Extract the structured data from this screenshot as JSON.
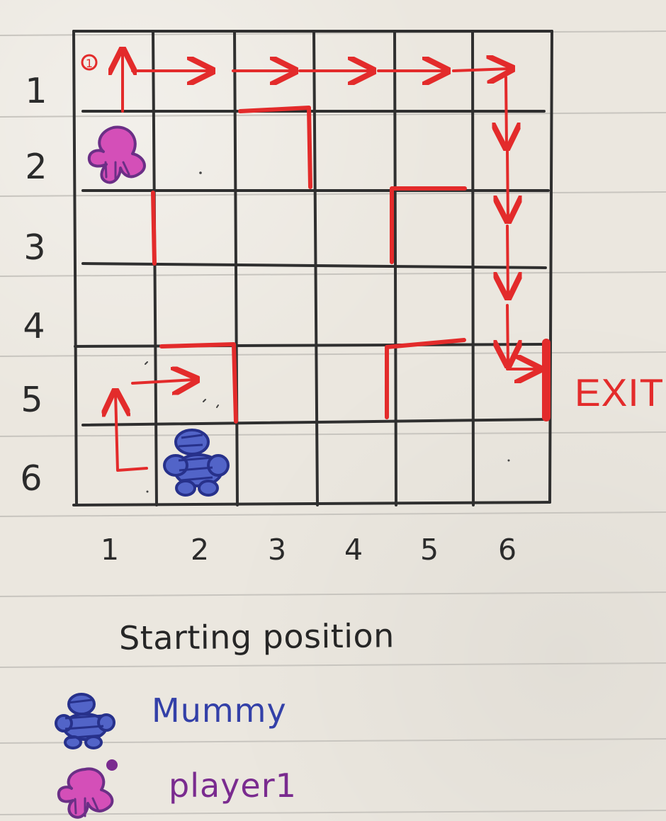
{
  "board": {
    "rows": [
      "1",
      "2",
      "3",
      "4",
      "5",
      "6"
    ],
    "cols": [
      "1",
      "2",
      "3",
      "4",
      "5",
      "6"
    ],
    "exit_label": "EXIT",
    "start_marker": "1"
  },
  "legend": {
    "title": "Starting position",
    "mummy_label": "Mummy",
    "player_label": "player1"
  },
  "pieces": {
    "player_start": {
      "row": 2,
      "col": 1
    },
    "mummy_start": {
      "row": 6,
      "col": 2
    }
  },
  "colors": {
    "paper": "#ebe7df",
    "grid": "#2f2f2f",
    "wall": "#e32b2b",
    "arrow": "#e32b2b",
    "mummy": "#3340a8",
    "player": "#d44fb8"
  }
}
